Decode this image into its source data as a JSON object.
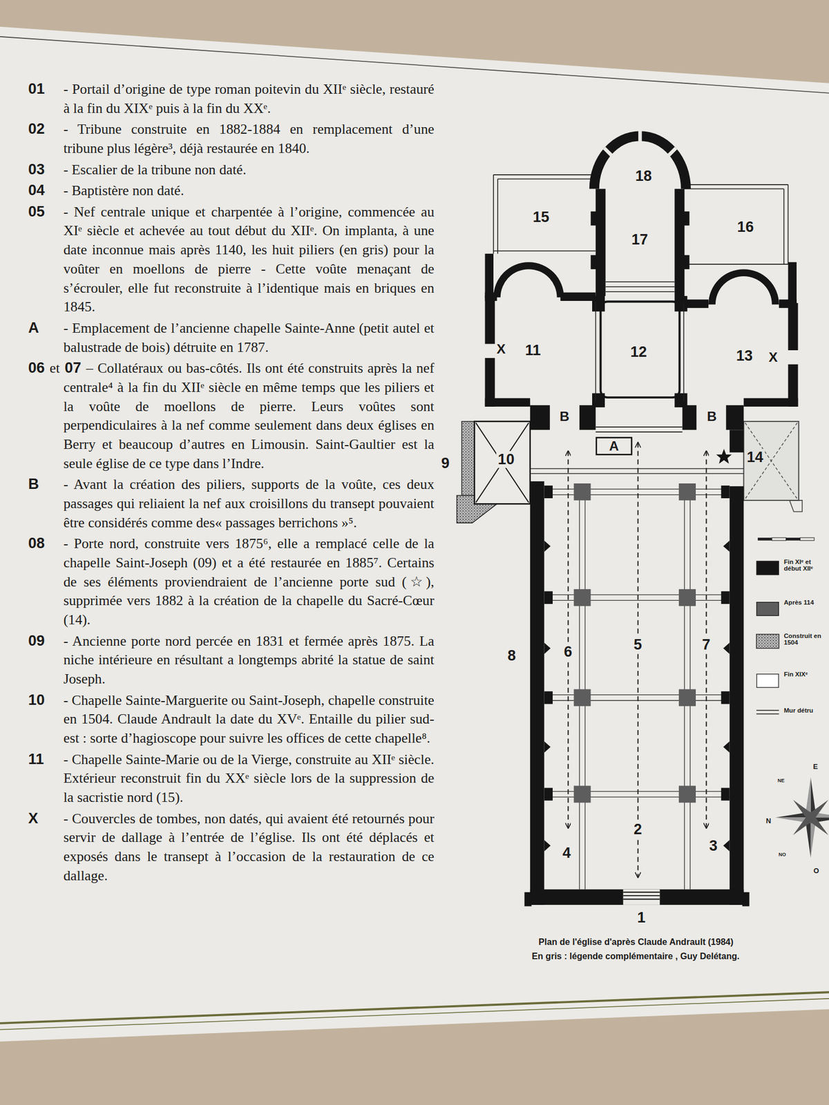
{
  "diagram": {
    "caption": "Plan de l'église d'après Claude Andrault (1984)",
    "nodes": [
      {
        "text": [
          "18"
        ]
      },
      {
        "text": [
          "15"
        ]
      },
      {
        "text": [
          "17"
        ]
      },
      {
        "text": [
          "16"
        ]
      },
      {
        "text": [
          "11"
        ]
      },
      {
        "text": [
          "12"
        ]
      },
      {
        "text": [
          "13"
        ]
      },
      {
        "text": [
          "10"
        ]
      },
      {
        "text": [
          "A"
        ]
      },
      {
        "text": [
          "14"
        ]
      }
    ],
    "labels": [
      "01",
      "- Portail d’origine de type roman poitevin du XIIᵉ siècle, restauré à la fin du XIXᵉ puis à la fin du XXᵉ.",
      "02",
      "- Tribune construite en 1882-1884 en remplacement d’une tribune plus légère³, déjà restaurée en 1840.",
      "03",
      "- Escalier de la tribune non daté.",
      "04",
      "- Baptistère non daté.",
      "05",
      "- Nef centrale unique et charpentée à l’origine, commencée au XIᵉ siècle et achevée au tout début du XIIᵉ. On implanta, à une date inconnue mais après 1140, les huit piliers (en gris) pour la voûter en moellons de pierre - Cette voûte menaçant de s’écrouler, elle fut reconstruite à l’identique mais en briques en 1845.",
      "A",
      "- Emplacement de l’ancienne chapelle Sainte-Anne (petit autel et balustrade de bois) détruite en 1787.",
      "06",
      "et",
      "07",
      "– Collatéraux ou bas-côtés. Ils ont été construits après la nef centrale⁴ à la fin du XIIᵉ siècle en même temps que les piliers et la voûte de moellons de pierre. Leurs voûtes sont perpendiculaires à la nef comme seulement dans deux églises en Berry et beaucoup d’autres en Limousin. Saint-Gaultier est la seule église de ce type dans l’Indre.",
      "B",
      "- Avant la création des piliers, supports de la voûte, ces deux passages qui reliaient la nef aux croisillons du transept pouvaient être considérés comme des« passages berrichons »⁵.",
      "08",
      "- Porte nord, construite vers 1875⁶, elle a remplacé celle de la chapelle Saint-Joseph (09) et a été restaurée en 1885⁷. Certains de ses éléments proviendraient de l’ancienne porte sud (☆), supprimée vers 1882 à la création de la chapelle du Sacré-Cœur (14).",
      "09",
      "- Ancienne porte nord percée en 1831 et fermée après 1875. La niche intérieure en résultant a longtemps abrité la statue de saint Joseph.",
      "10",
      "- Chapelle Sainte-Marguerite ou Saint-Joseph, chapelle construite en 1504. Claude Andrault la date du XVᵉ. Entaille du pilier sud-est : sorte d’hagioscope pour suivre les offices de cette chapelle⁸.",
      "11",
      "- Chapelle Sainte-Marie ou de la Vierge, construite au XIIᵉ siècle. Extérieur reconstruit fin du XXᵉ siècle lors de la suppression de la sacristie nord (15).",
      "X",
      "- Couvercles de tombes, non datés, qui avaient été retournés pour servir de dallage à l’entrée de l’église. Ils ont été déplacés et exposés dans le transept à l’occasion de la restauration de ce dallage.",
      "X",
      "X",
      "B",
      "B",
      "9",
      "6",
      "5",
      "7",
      "8",
      "4",
      "2",
      "3",
      "1",
      "E",
      "NE",
      "N",
      "NO",
      "O",
      "En gris : légende complémentaire , Guy Delétang."
    ],
    "legend": [
      {
        "text": "Fin XIᵉ et début XIIᵉ",
        "color": "#151515"
      },
      {
        "text": "Après 114",
        "color": "#5d5d5d"
      },
      {
        "text": "Construit en 1504"
      },
      {
        "text": "Fin XIXᵉ",
        "color": "#ffffff"
      },
      {
        "text": "Mur détru"
      }
    ]
  }
}
